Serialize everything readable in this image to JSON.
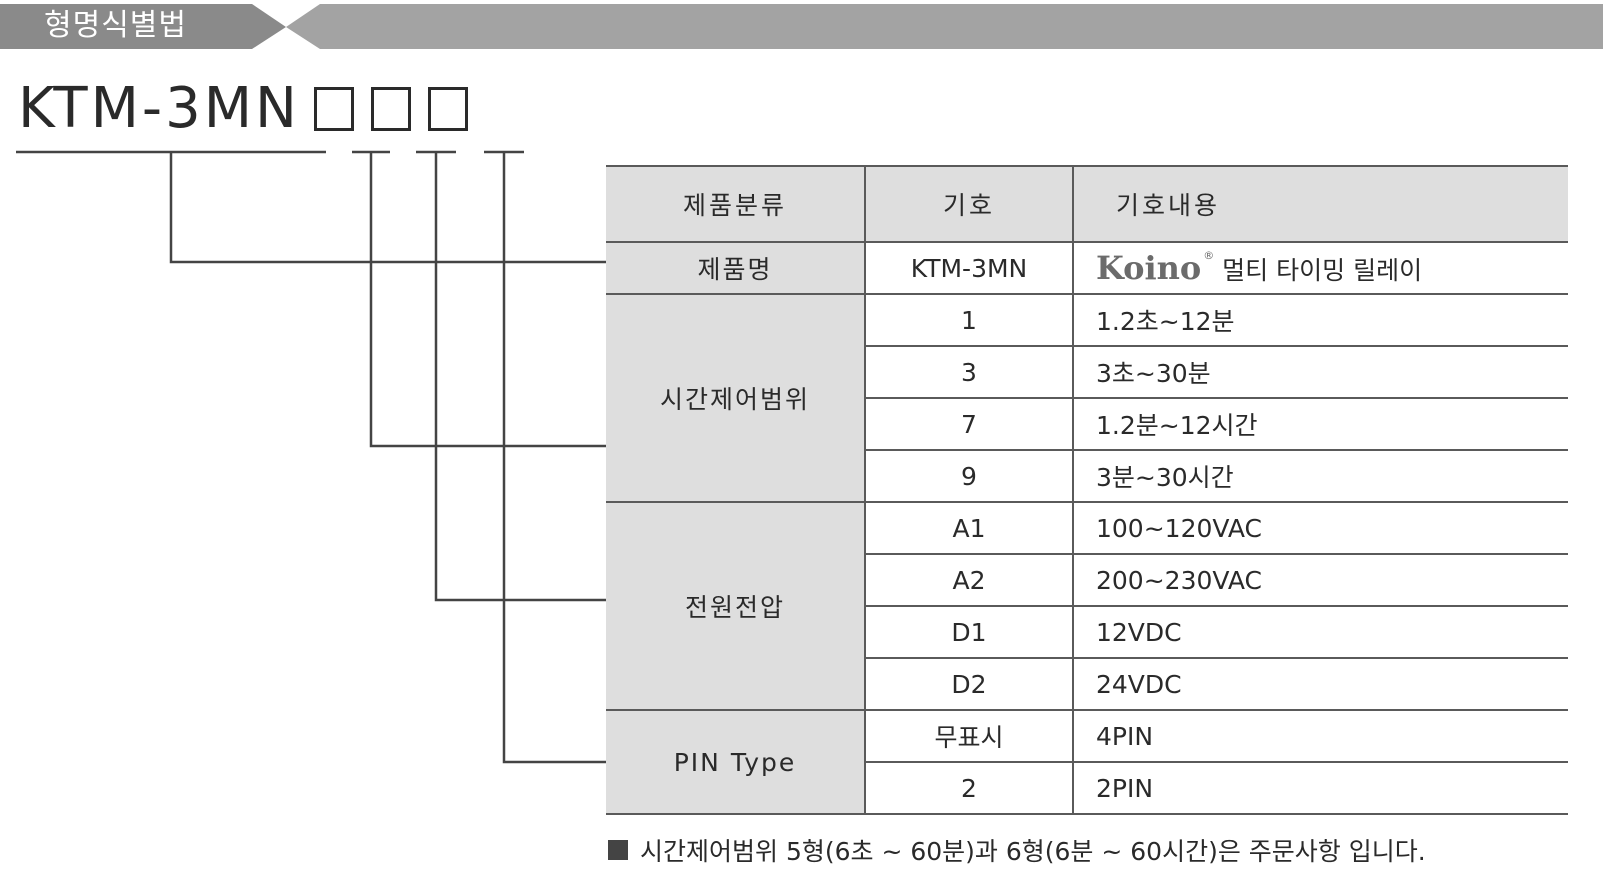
{
  "header": {
    "title": "형명식별법"
  },
  "model": {
    "code": "KTM-3MN",
    "placeholders": 3
  },
  "table": {
    "headers": {
      "category": "제품분류",
      "symbol": "기호",
      "description": "기호내용"
    },
    "product": {
      "category": "제품명",
      "symbol": "KTM-3MN",
      "logo": "Koino",
      "logo_mark": "®",
      "description": "멀티 타이밍 릴레이"
    },
    "groups": [
      {
        "category": "시간제어범위",
        "rows": [
          {
            "symbol": "1",
            "description": "1.2초~12분"
          },
          {
            "symbol": "3",
            "description": "3초~30분"
          },
          {
            "symbol": "7",
            "description": "1.2분~12시간"
          },
          {
            "symbol": "9",
            "description": "3분~30시간"
          }
        ]
      },
      {
        "category": "전원전압",
        "rows": [
          {
            "symbol": "A1",
            "description": "100~120VAC"
          },
          {
            "symbol": "A2",
            "description": "200~230VAC"
          },
          {
            "symbol": "D1",
            "description": "12VDC"
          },
          {
            "symbol": "D2",
            "description": "24VDC"
          }
        ]
      },
      {
        "category": "PIN Type",
        "rows": [
          {
            "symbol": "무표시",
            "description": "4PIN"
          },
          {
            "symbol": "2",
            "description": "2PIN"
          }
        ]
      }
    ]
  },
  "footnote": {
    "text": "시간제어범위 5형(6초 ~ 60분)과 6형(6분 ~ 60시간)은 주문사항 입니다."
  },
  "colors": {
    "banner_dark": "#8a8a8a",
    "banner_light": "#a3a3a3",
    "cell_gray": "#dedede",
    "line": "#444444"
  }
}
